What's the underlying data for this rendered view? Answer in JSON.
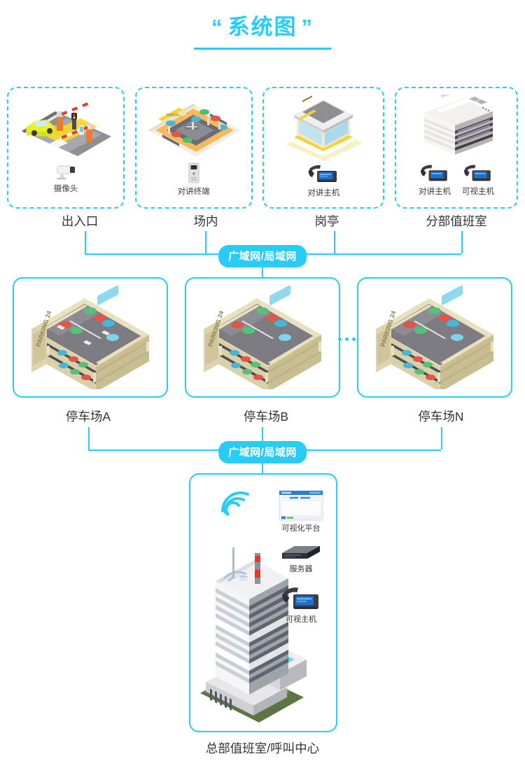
{
  "title": {
    "text": "系统图",
    "quote_open": "“",
    "quote_close": "”"
  },
  "colors": {
    "accent": "#29cbf7",
    "title": "#24ccff",
    "text": "#333333"
  },
  "row1": {
    "boxes": [
      {
        "scene": "entrance-barrier-gate-scene",
        "group_label": "出入口",
        "devices": [
          {
            "icon": "cctv-camera-icon",
            "label": "摄像头"
          }
        ]
      },
      {
        "scene": "indoor-parking-lot-scene",
        "group_label": "场内",
        "devices": [
          {
            "icon": "intercom-terminal-icon",
            "label": "对讲终端"
          }
        ]
      },
      {
        "scene": "guard-booth-scene",
        "group_label": "岗亭",
        "devices": [
          {
            "icon": "desk-phone-icon",
            "label": "对讲主机"
          }
        ]
      },
      {
        "scene": "office-building-scene",
        "group_label": "分部值班室",
        "devices": [
          {
            "icon": "desk-phone-icon",
            "label": "对讲主机"
          },
          {
            "icon": "video-phone-icon",
            "label": "可视主机"
          }
        ]
      }
    ]
  },
  "network_bus_1": {
    "pill_label": "广域网/局域网"
  },
  "row2": {
    "boxes": [
      {
        "scene": "parking-garage-scene",
        "sign": "PARKING 24",
        "group_label": "停车场A"
      },
      {
        "scene": "parking-garage-scene",
        "sign": "PARKING 24",
        "group_label": "停车场B"
      },
      {
        "scene": "parking-garage-scene",
        "sign": "PARKING 24",
        "group_label": "停车场N"
      }
    ],
    "ellipsis": "•••"
  },
  "network_bus_2": {
    "pill_label": "广域网/局域网"
  },
  "row3": {
    "scene": "headquarters-skyscraper-scene",
    "wifi_icon": "wifi-signal-icon",
    "devices": [
      {
        "icon": "monitor-dashboard-icon",
        "label": "可视化平台"
      },
      {
        "icon": "server-rack-icon",
        "label": "服务器"
      },
      {
        "icon": "video-phone-icon",
        "label": "可视主机"
      }
    ],
    "group_label": "总部值班室/呼叫中心"
  }
}
